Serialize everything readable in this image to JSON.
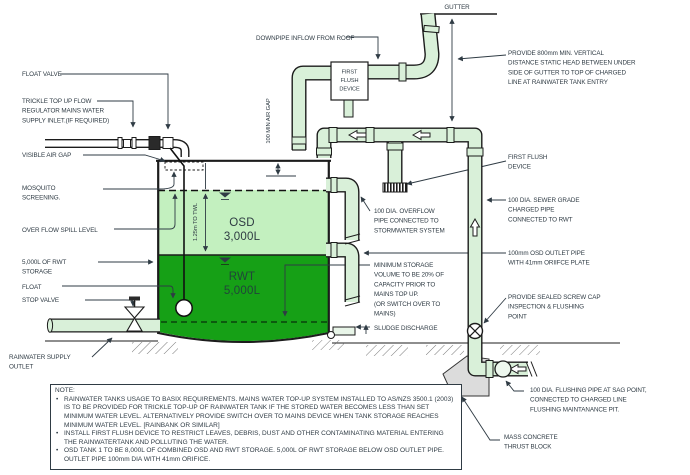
{
  "colors": {
    "pipe_fill": "#d9f0d9",
    "osd_fill": "#c3f0bf",
    "rwt_fill": "#16a016",
    "line": "#1c1c1c",
    "text": "#2f3b44",
    "thrust_block": "#dcdcdc"
  },
  "labels": {
    "gutter": "GUTTER",
    "downpipe_inflow": "DOWNPIPE INFLOW FROM ROOF",
    "first_flush_box": [
      "FIRST",
      "FLUSH",
      "DEVICE"
    ],
    "provide800": [
      "PROVIDE 800mm MIN. VERTICAL",
      "DISTANCE STATIC HEAD BETWEEN UNDER",
      "SIDE OF GUTTER TO TOP OF CHARGED",
      "LINE AT RAINWATER TANK ENTRY"
    ],
    "first_flush_device": [
      "FIRST FLUSH",
      "DEVICE"
    ],
    "sewer_grade": [
      "100 DIA. SEWER GRADE",
      "CHARGED PIPE",
      "CONNECTED TO RWT"
    ],
    "osd_outlet": [
      "100mm OSD OUTLET PIPE",
      "WITH 41mm ORIIFCE PLATE"
    ],
    "screw_cap": [
      "PROVIDE SEALED SCREW CAP",
      "INSPECTION & FLUSHING",
      "POINT"
    ],
    "flushing_pipe": [
      "100 DIA. FLUSHING PIPE AT SAG POINT,",
      "CONNECTED TO  CHARGED LINE",
      "FLUSHING MAINTANANCE PIT."
    ],
    "mass_concrete": [
      "MASS CONCRETE",
      "THRUST BLOCK"
    ],
    "overflow_pipe": [
      "100 DIA. OVERFLOW",
      "PIPE CONNECTED TO",
      "STORMWATER SYSTEM"
    ],
    "min_storage": [
      "MINIMUM STORAGE",
      "VOLUME TO BE 20% OF",
      "CAPACITY PRIOR TO",
      "MAINS TOP UP.",
      "(OR SWITCH OVER TO",
      "MAINS)"
    ],
    "sludge": "SLUDGE DISCHARGE",
    "float_valve": "FLOAT VALVE",
    "trickle": [
      "TRICKLE TOP UP FLOW",
      "REGULATOR MAINS WATER",
      "SUPPLY INLET.(IF REQUIRED)"
    ],
    "visible_air_gap": "VISIBLE AIR GAP",
    "mosquito": [
      "MOSQUITO",
      "SCREENING."
    ],
    "overflow_spill": "OVER FLOW SPILL LEVEL",
    "rwt_storage": [
      "5,000L OF RWT",
      "STORAGE"
    ],
    "float": "FLOAT",
    "stop_valve": "STOP VALVE",
    "rainwater_supply": [
      "RAINWATER SUPPLY",
      "OUTLET"
    ],
    "air_gap_dim": "100 MIN AIR GAP",
    "twl_dim": "1.25m TO TWL"
  },
  "tank": {
    "osd": [
      "OSD",
      "3,000L"
    ],
    "rwt": [
      "RWT",
      "5,000L"
    ]
  },
  "note": {
    "title": "NOTE:",
    "bullets": [
      "RAINWATER TANKS USAGE TO BASIX REQUIREMENTS. MAINS WATER TOP-UP SYSTEM INSTALLED TO AS/NZS 3500.1 (2003) IS TO BE PROVIDED FOR TRICKLE TOP-UP OF RAINWATER TANK IF THE STORED WATER BECOMES LESS THAN SET MINIMUM WATER LEVEL. ALTERNATIVELY PROVIDE SWITCH OVER TO MAINS DEVICE WHEN TANK STORAGE REACHES MINIMUM WATER LEVEL. [RAINBANK OR SIMILAR]",
      "INSTALL FIRST FLUSH DEVICE TO RESTRICT LEAVES, DEBRIS, DUST AND OTHER CONTAMINATING MATERIAL ENTERING THE  RAINWATERTANK AND POLLUTING THE WATER.",
      "OSD TANK 1 TO BE 8,000L OF COMBINED OSD AND RWT STORAGE. 5,000L OF RWT STORAGE BELOW OSD OUTLET PIPE. OUTLET PIPE 100mm DIA WITH 41mm ORIFICE."
    ]
  }
}
